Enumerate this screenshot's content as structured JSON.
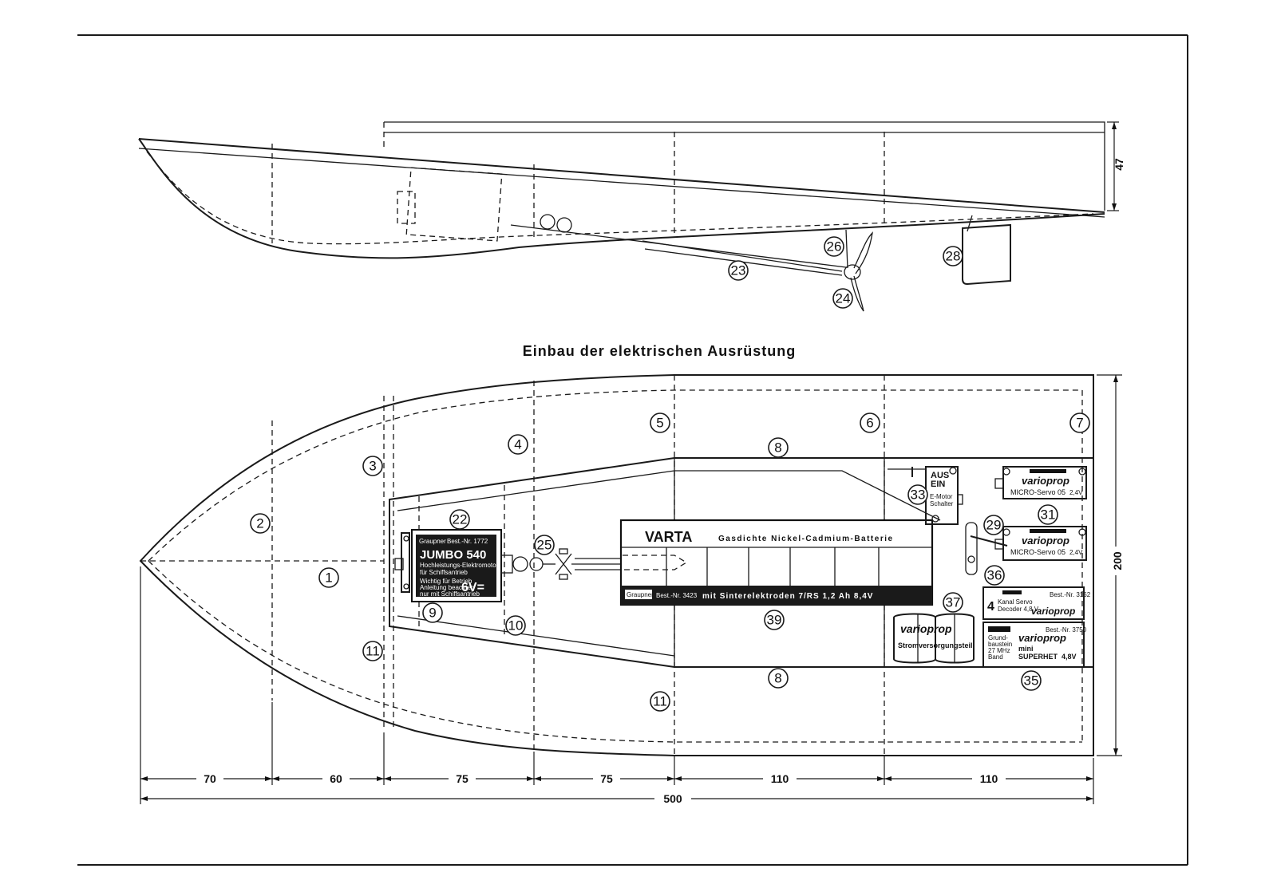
{
  "title": "Einbau der elektrischen Ausrüstung",
  "dimensions": {
    "height_side": "47",
    "width_top": "200",
    "segments": [
      "70",
      "60",
      "75",
      "75",
      "110",
      "110"
    ],
    "total": "500"
  },
  "callouts": {
    "side": [
      "26",
      "28",
      "23",
      "24"
    ],
    "top": [
      "1",
      "2",
      "3",
      "4",
      "5",
      "6",
      "7",
      "8",
      "8",
      "9",
      "10",
      "11",
      "11",
      "22",
      "25",
      "29",
      "31",
      "33",
      "35",
      "36",
      "37",
      "39"
    ]
  },
  "motor": {
    "brand": "Graupner",
    "order_no": "Best.-Nr. 1772",
    "name": "JUMBO 540",
    "desc1": "Hochleistungs-Elektromotor",
    "desc2": "für Schiffsantrieb",
    "desc3": "Wichtig für Betrieb",
    "desc4": "Anleitung beachten",
    "desc5": "nur mit Schiffsantrieb",
    "voltage": "6V="
  },
  "battery": {
    "brand": "VARTA",
    "subtitle": "Gasdichte Nickel-Cadmium-Batterie",
    "maker": "Graupner",
    "order_no": "Best.-Nr. 3423",
    "spec": "mit Sinterelektroden 7/RS 1,2 Ah 8,4V"
  },
  "switch": {
    "off": "AUS",
    "on": "EIN",
    "label1": "E-Motor",
    "label2": "Schalter"
  },
  "servos": [
    {
      "brand": "varioprop",
      "model": "MICRO-Servo 05",
      "voltage": "2,4V"
    },
    {
      "brand": "varioprop",
      "model": "MICRO-Servo 05",
      "voltage": "2,4V"
    }
  ],
  "decoder": {
    "number": "4",
    "line1": "Kanal Servo",
    "line2": "Decoder 4,8 V",
    "order_no": "Best.-Nr. 3162",
    "brand": "varioprop"
  },
  "receiver": {
    "order_no": "Best.-Nr. 3750",
    "line1": "Grund-",
    "line2": "baustein",
    "line3": "27 MHz",
    "line4": "Band",
    "brand": "varioprop",
    "model": "mini",
    "type": "SUPERHET",
    "voltage": "4,8V"
  },
  "power_pack": {
    "brand": "varioprop",
    "label": "Stromversorgungsteil"
  }
}
